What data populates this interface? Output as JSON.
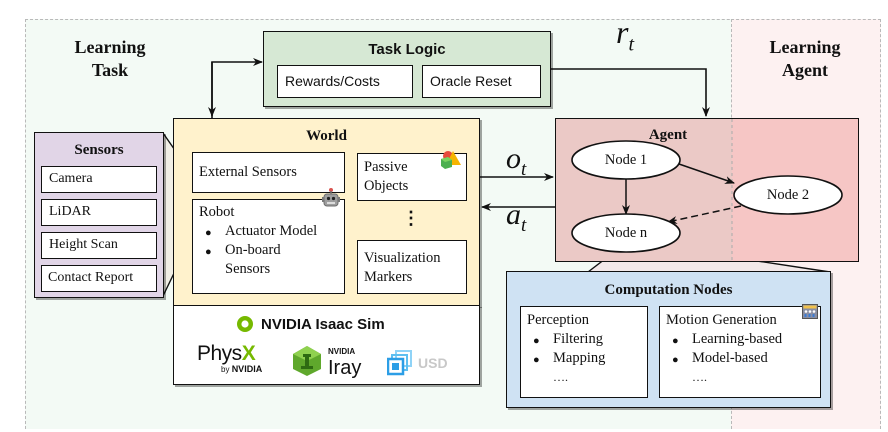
{
  "regions": {
    "learning_task": {
      "title_line1": "Learning",
      "title_line2": "Task"
    },
    "learning_agent": {
      "title_line1": "Learning",
      "title_line2": "Agent"
    }
  },
  "task_logic": {
    "title": "Task Logic",
    "items": [
      "Rewards/Costs",
      "Oracle Reset"
    ]
  },
  "signals": {
    "reward": "r",
    "reward_sub": "t",
    "observation": "o",
    "observation_sub": "t",
    "action": "a",
    "action_sub": "t"
  },
  "sensors": {
    "title": "Sensors",
    "items": [
      "Camera",
      "LiDAR",
      "Height Scan",
      "Contact Report"
    ]
  },
  "world": {
    "title": "World",
    "external_sensors": "External Sensors",
    "robot": {
      "title": "Robot",
      "bullets": [
        "Actuator Model",
        "On-board",
        "Sensors"
      ]
    },
    "passive_objects_line1": "Passive",
    "passive_objects_line2": "Objects",
    "ellipsis": "⋮",
    "visualization_line1": "Visualization",
    "visualization_line2": "Markers"
  },
  "simulator": {
    "title": "NVIDIA Isaac Sim",
    "logos": {
      "physx_main": "Phys",
      "physx_x": "X",
      "physx_sub_by": "by",
      "physx_sub_nvidia": "NVIDIA",
      "iray_brand": "NVIDIA",
      "iray_name": "Iray",
      "usd_name": "USD"
    }
  },
  "agent": {
    "title": "Agent",
    "nodes": [
      "Node 1",
      "Node 2",
      "Node n"
    ]
  },
  "computation_nodes": {
    "title": "Computation Nodes",
    "perception": {
      "title": "Perception",
      "bullets": [
        "Filtering",
        "Mapping"
      ],
      "more": "…."
    },
    "motion_generation": {
      "title": "Motion Generation",
      "bullets": [
        "Learning-based",
        "Model-based"
      ],
      "more": "…."
    }
  },
  "colors": {
    "task_logic_bg": "#d6e8d4",
    "sensors_bg": "#e1d5e7",
    "world_bg": "#fff2cc",
    "agent_bg": "#f8cecc",
    "computation_bg": "#cfe2f3",
    "isaac_green": "#76b900",
    "usd_blue": "#3fa9f5"
  }
}
